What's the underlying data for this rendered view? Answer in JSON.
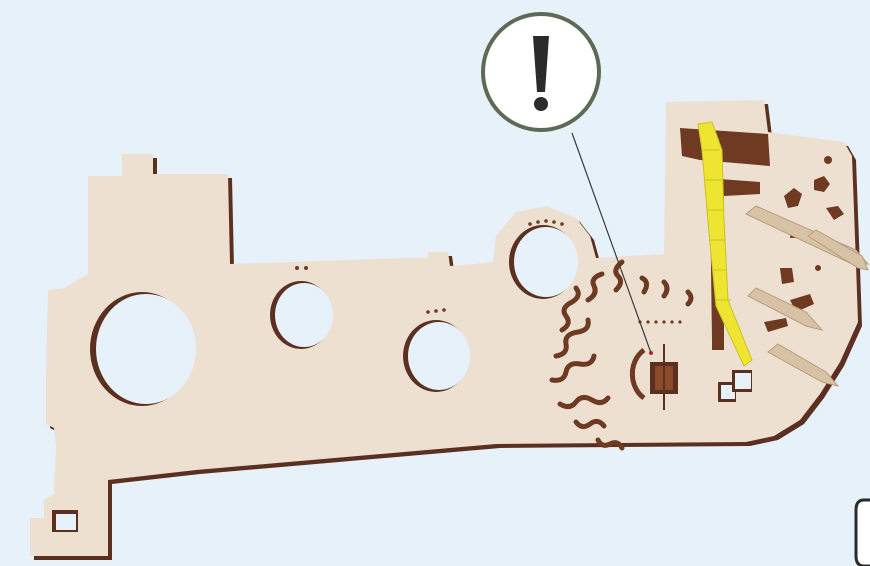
{
  "callout": {
    "icon": "exclamation-icon",
    "color": "#5e6a56"
  },
  "part": {
    "icon": "laser-cut-wooden-panel",
    "face_color": "#ede0d1",
    "edge_color": "#5b3021",
    "cut_color": "#6e3a22"
  },
  "tape": {
    "icon": "yellow-tape-strip",
    "color": "#ede532"
  },
  "pegs": {
    "icon": "wooden-dowel-pegs",
    "count": 4,
    "color": "#d8c2a6"
  },
  "marker": {
    "icon": "red-dot-marker",
    "color": "#d7191f"
  },
  "corner_frame": {
    "icon": "rounded-frame-corner"
  }
}
